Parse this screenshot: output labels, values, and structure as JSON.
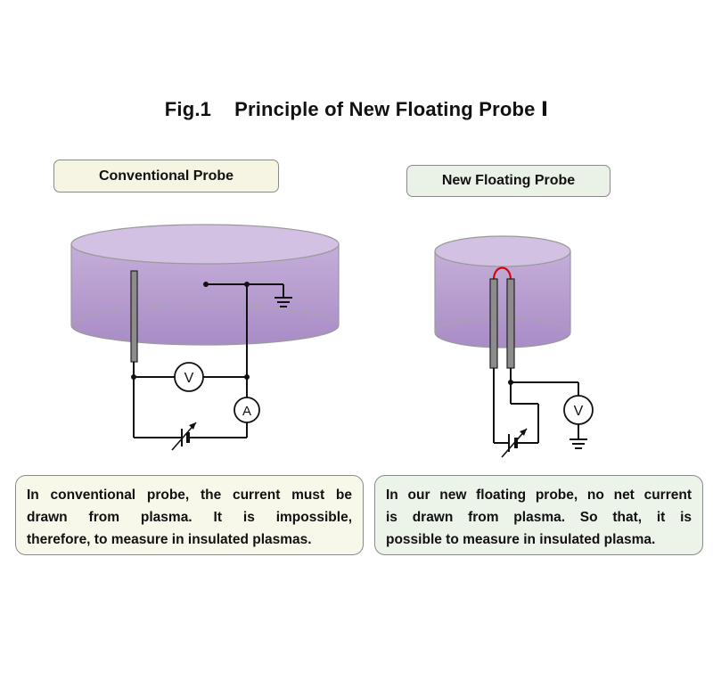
{
  "title": {
    "fig": "Fig.1",
    "text": "Principle of New Floating Probe Ⅰ"
  },
  "left_panel": {
    "label": "Conventional Probe",
    "voltmeter_symbol": "V",
    "ammeter_symbol": "A",
    "description_lines": [
      "In conventional probe, the current must be",
      "drawn from plasma. It is impossible,",
      "therefore, to measure in insulated plasmas."
    ]
  },
  "right_panel": {
    "label": "New Floating Probe",
    "voltmeter_symbol": "V",
    "description_lines": [
      "In our new floating probe, no net current",
      "is drawn from plasma. So that, it is",
      "possible to measure in insulated plasma."
    ]
  },
  "colors": {
    "plasma": "#b79fd0",
    "plasma_top": "#cdb9e0",
    "probe": "#8c8c8c",
    "link": "#e00000",
    "left_label_bg": "#f6f5e4",
    "right_label_bg": "#eaf1e6"
  }
}
